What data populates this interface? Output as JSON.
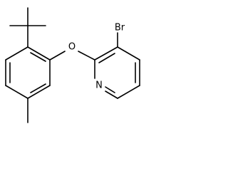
{
  "molecule": {
    "atoms": {
      "bromine": "Br",
      "oxygen": "O",
      "nitrogen": "N"
    },
    "ink_color": "#000000",
    "background_color": "#ffffff"
  }
}
